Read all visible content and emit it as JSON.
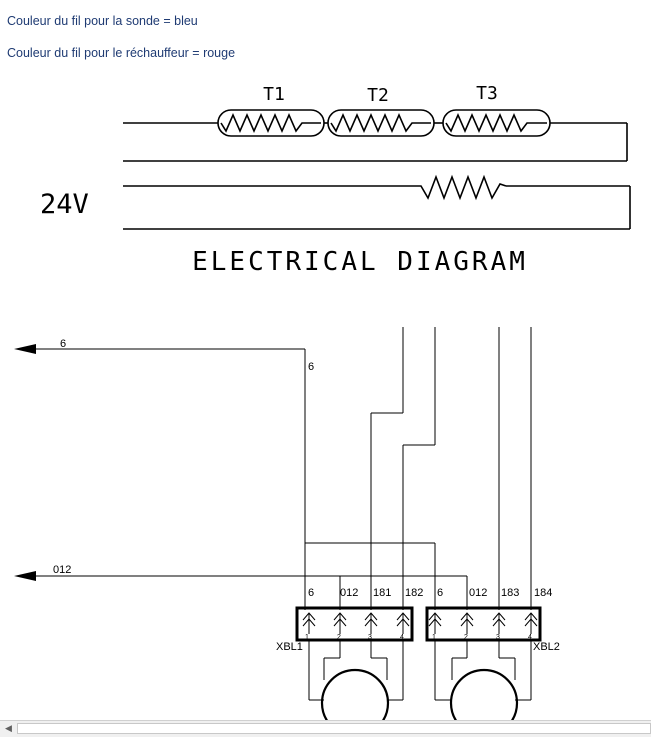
{
  "notes": {
    "probe_wire": "Couleur du fil pour la sonde = bleu",
    "heater_wire": "Couleur du fil pour le réchauffeur = rouge"
  },
  "electrical_diagram": {
    "title": "ELECTRICAL DIAGRAM",
    "voltage": "24V",
    "sensors": [
      "T1",
      "T2",
      "T3"
    ]
  },
  "wiring": {
    "arrow_labels": [
      "6",
      "012"
    ],
    "drop_label": "6",
    "connectors": [
      {
        "name": "XBL1",
        "wires": [
          "6",
          "012",
          "181",
          "182"
        ],
        "pins": [
          "1",
          "2",
          "3",
          "4"
        ]
      },
      {
        "name": "XBL2",
        "wires": [
          "6",
          "012",
          "183",
          "184"
        ],
        "pins": [
          "1",
          "2",
          "3",
          "4"
        ]
      }
    ]
  },
  "colors": {
    "note_text": "#1f3b73",
    "line": "#000000"
  },
  "icons": {
    "scroll_left": "triangle-left-icon"
  }
}
